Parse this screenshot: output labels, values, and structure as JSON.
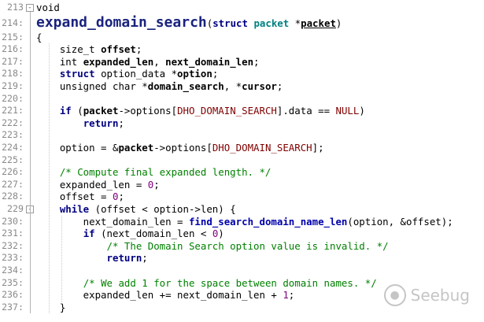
{
  "editor": {
    "lines": [
      {
        "num": "213",
        "fold": "-",
        "segments": [
          [
            "type",
            "void"
          ]
        ]
      },
      {
        "num": "214:",
        "segments": [
          [
            "big",
            "expand_domain_search"
          ],
          [
            "punc",
            "("
          ],
          [
            "kw",
            "struct"
          ],
          [
            "punc",
            " "
          ],
          [
            "ty2",
            "packet"
          ],
          [
            "punc",
            " *"
          ],
          [
            "paramname",
            "packet"
          ],
          [
            "punc",
            ")"
          ]
        ]
      },
      {
        "num": "215:",
        "segments": [
          [
            "punc",
            "{"
          ]
        ]
      },
      {
        "num": "216:",
        "segments": [
          [
            "punc",
            "    "
          ],
          [
            "type",
            "size_t "
          ],
          [
            "bold",
            "offset"
          ],
          [
            "punc",
            ";"
          ]
        ]
      },
      {
        "num": "217:",
        "segments": [
          [
            "punc",
            "    "
          ],
          [
            "type",
            "int "
          ],
          [
            "bold",
            "expanded_len"
          ],
          [
            "punc",
            ", "
          ],
          [
            "bold",
            "next_domain_len"
          ],
          [
            "punc",
            ";"
          ]
        ]
      },
      {
        "num": "218:",
        "segments": [
          [
            "punc",
            "    "
          ],
          [
            "kw",
            "struct"
          ],
          [
            "punc",
            " option_data *"
          ],
          [
            "bold",
            "option"
          ],
          [
            "punc",
            ";"
          ]
        ]
      },
      {
        "num": "219:",
        "segments": [
          [
            "punc",
            "    "
          ],
          [
            "type",
            "unsigned char *"
          ],
          [
            "bold",
            "domain_search"
          ],
          [
            "punc",
            ", *"
          ],
          [
            "bold",
            "cursor"
          ],
          [
            "punc",
            ";"
          ]
        ]
      },
      {
        "num": "220:",
        "segments": []
      },
      {
        "num": "221:",
        "segments": [
          [
            "punc",
            "    "
          ],
          [
            "kw",
            "if"
          ],
          [
            "punc",
            " ("
          ],
          [
            "bold",
            "packet"
          ],
          [
            "punc",
            "->options["
          ],
          [
            "mac",
            "DHO_DOMAIN_SEARCH"
          ],
          [
            "punc",
            "].data == "
          ],
          [
            "mac",
            "NULL"
          ],
          [
            "punc",
            ")"
          ]
        ]
      },
      {
        "num": "222:",
        "segments": [
          [
            "punc",
            "        "
          ],
          [
            "kw",
            "return"
          ],
          [
            "punc",
            ";"
          ]
        ]
      },
      {
        "num": "223:",
        "segments": []
      },
      {
        "num": "224:",
        "segments": [
          [
            "punc",
            "    option = &"
          ],
          [
            "bold",
            "packet"
          ],
          [
            "punc",
            "->options["
          ],
          [
            "mac",
            "DHO_DOMAIN_SEARCH"
          ],
          [
            "punc",
            "];"
          ]
        ]
      },
      {
        "num": "225:",
        "segments": []
      },
      {
        "num": "226:",
        "segments": [
          [
            "punc",
            "    "
          ],
          [
            "cm",
            "/* Compute final expanded length. */"
          ]
        ]
      },
      {
        "num": "227:",
        "segments": [
          [
            "punc",
            "    expanded_len = "
          ],
          [
            "num",
            "0"
          ],
          [
            "punc",
            ";"
          ]
        ]
      },
      {
        "num": "228:",
        "segments": [
          [
            "punc",
            "    offset = "
          ],
          [
            "num",
            "0"
          ],
          [
            "punc",
            ";"
          ]
        ]
      },
      {
        "num": "229",
        "fold": "-",
        "segments": [
          [
            "punc",
            "    "
          ],
          [
            "kw",
            "while"
          ],
          [
            "punc",
            " (offset < option->len) {"
          ]
        ]
      },
      {
        "num": "230:",
        "segments": [
          [
            "punc",
            "        next_domain_len = "
          ],
          [
            "fn",
            "find_search_domain_name_len"
          ],
          [
            "punc",
            "(option, &offset);"
          ]
        ]
      },
      {
        "num": "231:",
        "segments": [
          [
            "punc",
            "        "
          ],
          [
            "kw",
            "if"
          ],
          [
            "punc",
            " (next_domain_len < "
          ],
          [
            "num",
            "0"
          ],
          [
            "punc",
            ")"
          ]
        ]
      },
      {
        "num": "232:",
        "segments": [
          [
            "punc",
            "            "
          ],
          [
            "cm",
            "/* The Domain Search option value is invalid. */"
          ]
        ]
      },
      {
        "num": "233:",
        "segments": [
          [
            "punc",
            "            "
          ],
          [
            "kw",
            "return"
          ],
          [
            "punc",
            ";"
          ]
        ]
      },
      {
        "num": "234:",
        "segments": []
      },
      {
        "num": "235:",
        "segments": [
          [
            "punc",
            "        "
          ],
          [
            "cm",
            "/* We add 1 for the space between domain names. */"
          ]
        ]
      },
      {
        "num": "236:",
        "segments": [
          [
            "punc",
            "        expanded_len += next_domain_len + "
          ],
          [
            "num",
            "1"
          ],
          [
            "punc",
            ";"
          ]
        ]
      },
      {
        "num": "237:",
        "segments": [
          [
            "punc",
            "    }"
          ]
        ]
      }
    ]
  },
  "watermark": {
    "text": "Seebug",
    "icon": "seebug-logo-icon"
  }
}
